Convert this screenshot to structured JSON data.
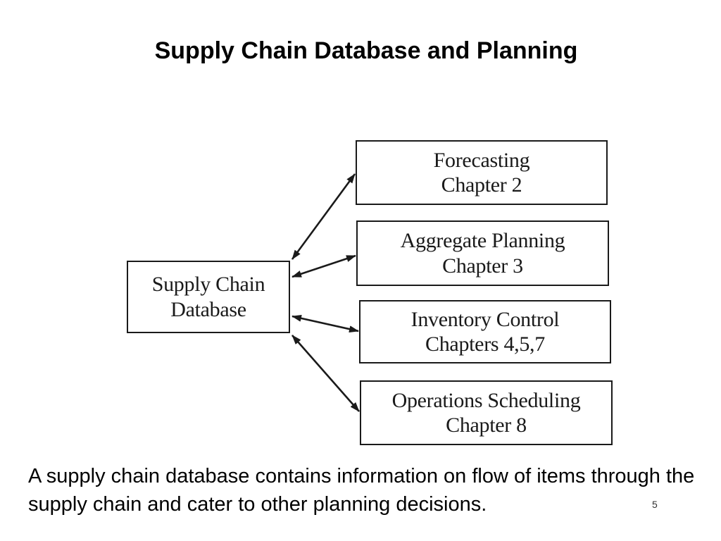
{
  "slide": {
    "title": "Supply Chain Database and Planning",
    "caption": "A supply chain database contains information on flow of items through the supply chain and cater to other planning decisions.",
    "page_number": "5"
  },
  "diagram": {
    "hub": {
      "line1": "Supply Chain",
      "line2": "Database"
    },
    "nodes": [
      {
        "line1": "Forecasting",
        "line2": "Chapter 2"
      },
      {
        "line1": "Aggregate Planning",
        "line2": "Chapter 3"
      },
      {
        "line1": "Inventory Control",
        "line2": "Chapters 4,5,7"
      },
      {
        "line1": "Operations Scheduling",
        "line2": "Chapter 8"
      }
    ],
    "connections": [
      {
        "from": "Supply Chain Database",
        "to": "Forecasting",
        "direction": "both"
      },
      {
        "from": "Supply Chain Database",
        "to": "Aggregate Planning",
        "direction": "both"
      },
      {
        "from": "Supply Chain Database",
        "to": "Inventory Control",
        "direction": "both"
      },
      {
        "from": "Supply Chain Database",
        "to": "Operations Scheduling",
        "direction": "both"
      }
    ],
    "line_color": "#1a1a1a"
  }
}
